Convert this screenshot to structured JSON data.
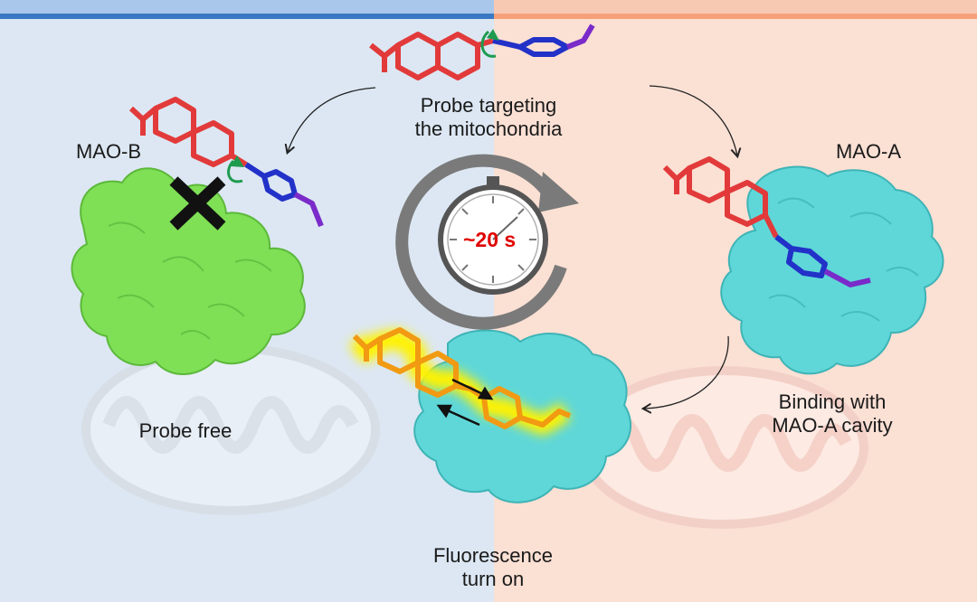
{
  "colors": {
    "left_panel": "#dce7f3",
    "right_panel": "#fbe0d4",
    "left_bar": "#3a78c3",
    "right_bar": "#f5a07b",
    "probe_red": "#e23a3a",
    "probe_blue": "#2231c8",
    "probe_purple": "#7a2bc9",
    "probe_orange": "#f19a12",
    "glow_yellow": "#fff200",
    "protein_green": "#7fe056",
    "protein_cyan": "#5fd7d8",
    "rotation_arrow": "#1e9b4f",
    "timer_text": "#e00000",
    "cycle_arrow": "#7a7a7a"
  },
  "labels": {
    "top_center": "Probe targeting\nthe mitochondria",
    "mao_b": "MAO-B",
    "mao_a": "MAO-A",
    "probe_free": "Probe free",
    "binding": "Binding with\nMAO-A cavity",
    "fluorescence": "Fluorescence\nturn on"
  },
  "timer": {
    "text": "~20 s"
  },
  "icons": {
    "blocked": "x-mark-icon",
    "timer": "stopwatch-icon",
    "rotation": "rotation-arrow-icon",
    "cycle": "circular-arrow-icon"
  }
}
